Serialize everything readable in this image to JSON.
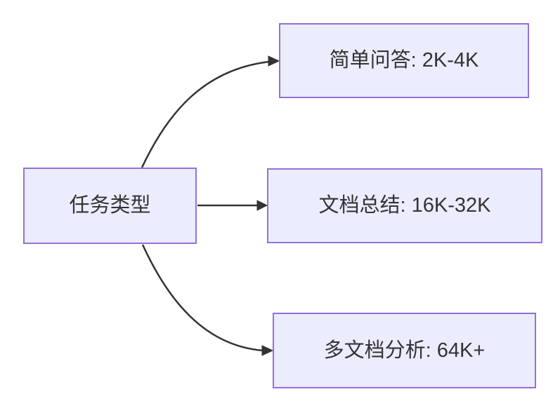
{
  "diagram": {
    "type": "flowchart-left-to-right",
    "root": {
      "label": "任务类型"
    },
    "branches": [
      {
        "label": "简单问答: 2K-4K"
      },
      {
        "label": "文档总结: 16K-32K"
      },
      {
        "label": "多文档分析: 64K+"
      }
    ],
    "edges": [
      {
        "from": "任务类型",
        "to": "简单问答: 2K-4K"
      },
      {
        "from": "任务类型",
        "to": "文档总结: 16K-32K"
      },
      {
        "from": "任务类型",
        "to": "多文档分析: 64K+"
      }
    ],
    "colors": {
      "background": "#FFFFFF",
      "node_fill": "#ECECFF",
      "node_border": "#9370DB",
      "arrow": "#333333",
      "text": "#333333"
    }
  }
}
